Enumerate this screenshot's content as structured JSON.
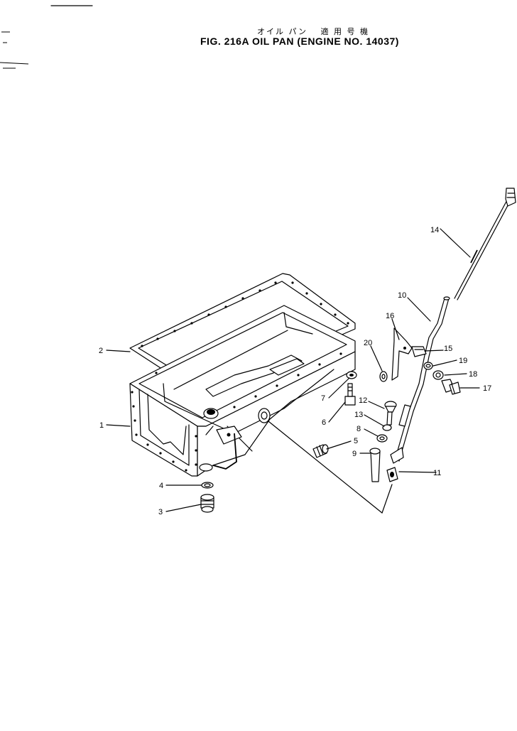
{
  "header": {
    "title_jp": "オイル パン　 適 用 号 機",
    "title_en": "FIG. 216A   OIL  PAN  (ENGINE  NO.  14037)"
  },
  "callouts": [
    {
      "id": "c1",
      "text": "1"
    },
    {
      "id": "c2",
      "text": "2"
    },
    {
      "id": "c3",
      "text": "3"
    },
    {
      "id": "c4",
      "text": "4"
    },
    {
      "id": "c5",
      "text": "5"
    },
    {
      "id": "c6",
      "text": "6"
    },
    {
      "id": "c7",
      "text": "7"
    },
    {
      "id": "c8",
      "text": "8"
    },
    {
      "id": "c9",
      "text": "9"
    },
    {
      "id": "c10",
      "text": "10"
    },
    {
      "id": "c11",
      "text": "11"
    },
    {
      "id": "c12",
      "text": "12"
    },
    {
      "id": "c13",
      "text": "13"
    },
    {
      "id": "c14",
      "text": "14"
    },
    {
      "id": "c15",
      "text": "15"
    },
    {
      "id": "c16",
      "text": "16"
    },
    {
      "id": "c17",
      "text": "17"
    },
    {
      "id": "c18",
      "text": "18"
    },
    {
      "id": "c19",
      "text": "19"
    },
    {
      "id": "c20",
      "text": "20"
    }
  ]
}
